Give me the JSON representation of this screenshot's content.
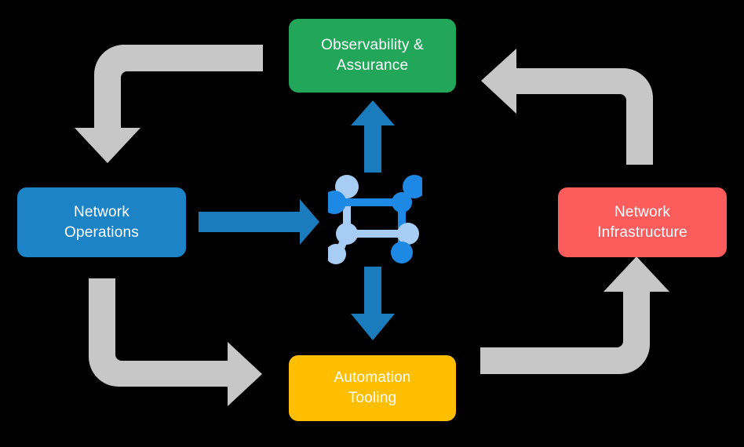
{
  "diagram": {
    "title": "Network automation lifecycle cycle diagram",
    "background_color": "#000000",
    "nodes": [
      {
        "id": "observability",
        "label": "Observability &\nAssurance",
        "color": "#22a75a",
        "text_color": "#ffffff",
        "position": "top"
      },
      {
        "id": "network-operations",
        "label": "Network\nOperations",
        "color": "#1b83c6",
        "text_color": "#ffffff",
        "position": "left"
      },
      {
        "id": "network-infrastructure",
        "label": "Network\nInfrastructure",
        "color": "#fd5c5c",
        "text_color": "#ffffff",
        "position": "right"
      },
      {
        "id": "automation-tooling",
        "label": "Automation\nTooling",
        "color": "#ffbe00",
        "text_color": "#ffffff",
        "position": "bottom"
      }
    ],
    "center_icon": {
      "name": "network-topology-icon",
      "primary_color": "#1e88e5",
      "secondary_color": "#a8cdf5"
    },
    "blue_arrows": [
      {
        "id": "ops-to-center",
        "direction": "right",
        "color": "#1b83c6"
      },
      {
        "id": "center-to-observability",
        "direction": "up",
        "color": "#1b83c6"
      },
      {
        "id": "center-to-automation",
        "direction": "down",
        "color": "#1b83c6"
      }
    ],
    "gray_arrows": [
      {
        "id": "observability-to-operations",
        "direction": "left-then-down",
        "color": "#c7c7c7"
      },
      {
        "id": "infrastructure-to-observability",
        "direction": "up-then-left",
        "color": "#c7c7c7"
      },
      {
        "id": "operations-to-automation",
        "direction": "down-then-right",
        "color": "#c7c7c7"
      },
      {
        "id": "automation-to-infrastructure",
        "direction": "right-then-up",
        "color": "#c7c7c7"
      }
    ]
  }
}
